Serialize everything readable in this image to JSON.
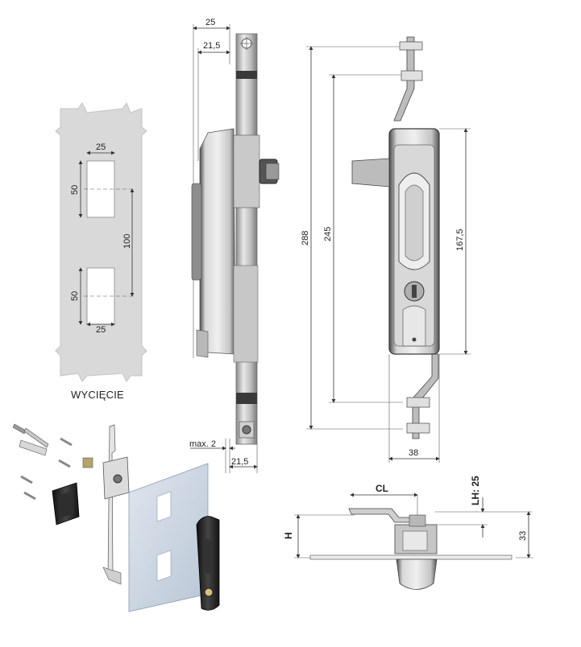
{
  "cutout": {
    "caption": "WYCIĘCIE",
    "top_width": "25",
    "top_height": "50",
    "spacing": "100",
    "bottom_height": "50",
    "bottom_width": "25"
  },
  "side_view": {
    "overall_width": "25",
    "body_width": "21,5",
    "gap": "max. 2",
    "base_width": "21,5"
  },
  "front_view": {
    "total_height": "288",
    "rod_spacing": "245",
    "body_height": "167,5",
    "body_width": "38"
  },
  "top_view": {
    "cl_label": "CL",
    "h_label": "H",
    "lh_label": "LH: 25",
    "height": "33"
  },
  "colors": {
    "panel_gray": "#d9d9d9",
    "metal_light": "#e6e6e6",
    "metal_mid": "#b5b5b5",
    "metal_dark": "#6e6e6e",
    "handle_black": "#2a2a2a",
    "plate_blue": "#cfd9e6"
  }
}
